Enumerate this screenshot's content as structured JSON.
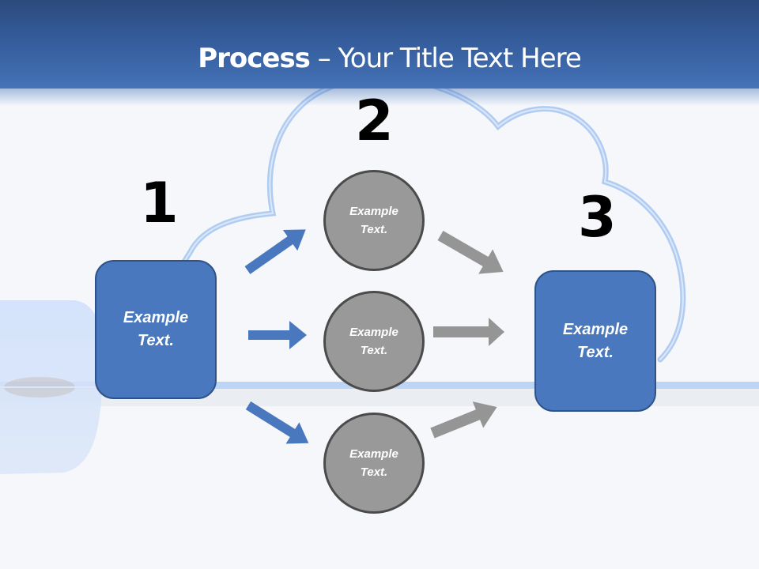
{
  "title": {
    "bold": "Process",
    "rest": " – Your Title Text Here"
  },
  "colors": {
    "header": "#4472b7",
    "box_fill": "#4a78be",
    "box_border": "#2f5288",
    "circle_fill": "#999999",
    "circle_border": "#4b4b4b",
    "blue_arrow": "#4a78be",
    "gray_arrow": "#959595",
    "cloud_outline": "#a9c6ef"
  },
  "steps": [
    {
      "number": "1",
      "label_line1": "Example",
      "label_line2": "Text."
    },
    {
      "number": "2"
    },
    {
      "number": "3",
      "label_line1": "Example",
      "label_line2": "Text."
    }
  ],
  "circles": [
    {
      "label_line1": "Example",
      "label_line2": "Text."
    },
    {
      "label_line1": "Example",
      "label_line2": "Text."
    },
    {
      "label_line1": "Example",
      "label_line2": "Text."
    }
  ]
}
